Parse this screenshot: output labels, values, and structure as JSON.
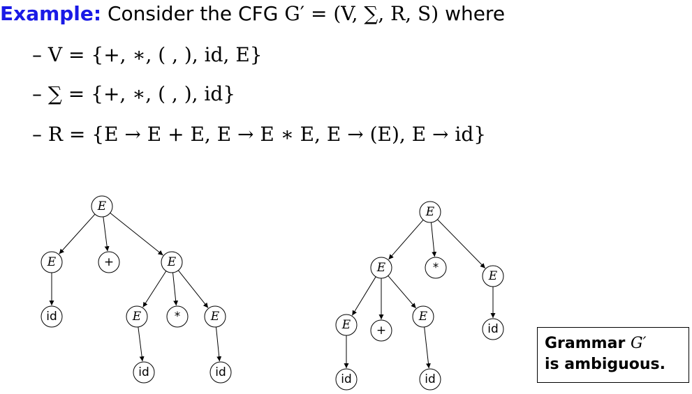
{
  "title": {
    "keyword": "Example:",
    "text": "Consider the CFG",
    "grammar": "G′ = (V, ∑, R, S)",
    "suffix": "where"
  },
  "bullets": [
    {
      "dash": "–",
      "math": "V = {+, ∗, ( , ), id, E}"
    },
    {
      "dash": "–",
      "math": "∑ = {+, ∗, ( , ), id}"
    },
    {
      "dash": "–",
      "math": "R = {E → E + E, E → E ∗ E, E → (E), E → id}"
    }
  ],
  "callout": {
    "line1_text": "Grammar",
    "line1_math": "G′",
    "line2_text": "is ambiguous."
  },
  "trees": [
    {
      "nodes": [
        {
          "id": "a0",
          "label": "E",
          "kind": "v"
        },
        {
          "id": "a1",
          "label": "E",
          "kind": "v"
        },
        {
          "id": "a2",
          "label": "+",
          "kind": "t"
        },
        {
          "id": "a3",
          "label": "E",
          "kind": "v"
        },
        {
          "id": "a4",
          "label": "id",
          "kind": "t"
        },
        {
          "id": "a5",
          "label": "E",
          "kind": "v"
        },
        {
          "id": "a6",
          "label": "*",
          "kind": "t"
        },
        {
          "id": "a7",
          "label": "E",
          "kind": "v"
        },
        {
          "id": "a8",
          "label": "id",
          "kind": "t"
        },
        {
          "id": "a9",
          "label": "id",
          "kind": "t"
        }
      ],
      "edges": [
        [
          "a0",
          "a1"
        ],
        [
          "a0",
          "a2"
        ],
        [
          "a0",
          "a3"
        ],
        [
          "a1",
          "a4"
        ],
        [
          "a3",
          "a5"
        ],
        [
          "a3",
          "a6"
        ],
        [
          "a3",
          "a7"
        ],
        [
          "a5",
          "a8"
        ],
        [
          "a7",
          "a9"
        ]
      ]
    },
    {
      "nodes": [
        {
          "id": "b0",
          "label": "E",
          "kind": "v"
        },
        {
          "id": "b1",
          "label": "E",
          "kind": "v"
        },
        {
          "id": "b2",
          "label": "*",
          "kind": "t"
        },
        {
          "id": "b3",
          "label": "E",
          "kind": "v"
        },
        {
          "id": "b4",
          "label": "E",
          "kind": "v"
        },
        {
          "id": "b5",
          "label": "+",
          "kind": "t"
        },
        {
          "id": "b6",
          "label": "E",
          "kind": "v"
        },
        {
          "id": "b7",
          "label": "id",
          "kind": "t"
        },
        {
          "id": "b8",
          "label": "id",
          "kind": "t"
        },
        {
          "id": "b9",
          "label": "id",
          "kind": "t"
        }
      ],
      "edges": [
        [
          "b0",
          "b1"
        ],
        [
          "b0",
          "b2"
        ],
        [
          "b0",
          "b3"
        ],
        [
          "b1",
          "b4"
        ],
        [
          "b1",
          "b5"
        ],
        [
          "b1",
          "b6"
        ],
        [
          "b3",
          "b7"
        ],
        [
          "b4",
          "b8"
        ],
        [
          "b6",
          "b9"
        ]
      ]
    }
  ]
}
